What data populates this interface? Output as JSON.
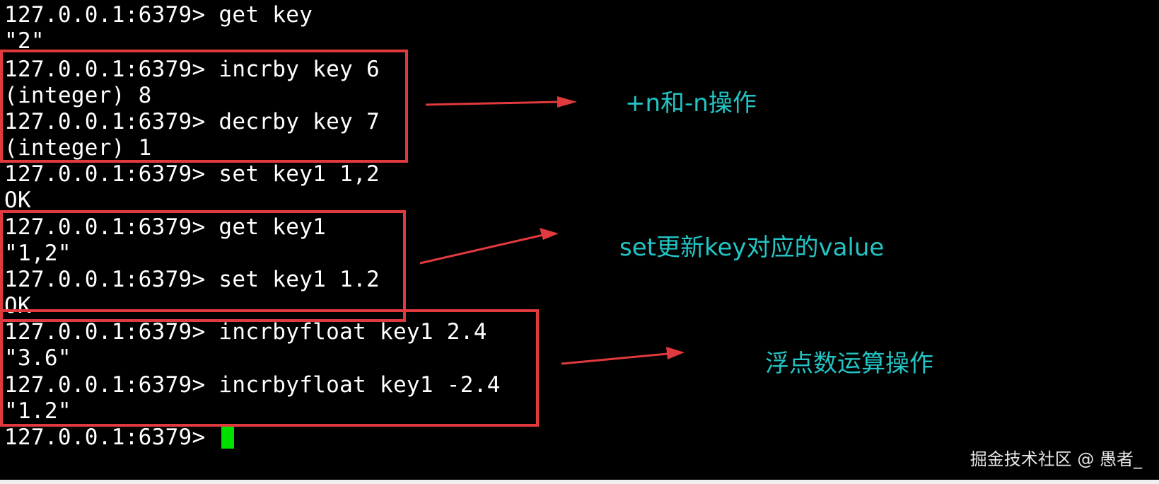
{
  "terminal": {
    "lines": [
      "127.0.0.1:6379> get key",
      "\"2\"",
      "127.0.0.1:6379> incrby key 6",
      "(integer) 8",
      "127.0.0.1:6379> decrby key 7",
      "(integer) 1",
      "127.0.0.1:6379> set key1 1,2",
      "OK",
      "127.0.0.1:6379> get key1",
      "\"1,2\"",
      "127.0.0.1:6379> set key1 1.2",
      "OK",
      "127.0.0.1:6379> incrbyfloat key1 2.4",
      "\"3.6\"",
      "127.0.0.1:6379> incrbyfloat key1 -2.4",
      "\"1.2\"",
      "127.0.0.1:6379> "
    ],
    "cursor_color": "#00e000"
  },
  "annotations": [
    {
      "text": "+n和-n操作"
    },
    {
      "text": "set更新key对应的value"
    },
    {
      "text": "浮点数运算操作"
    }
  ],
  "annotation_color": "#23c4c4",
  "highlight_color": "#e03a3e",
  "watermark": "掘金技术社区 @ 愚者_"
}
